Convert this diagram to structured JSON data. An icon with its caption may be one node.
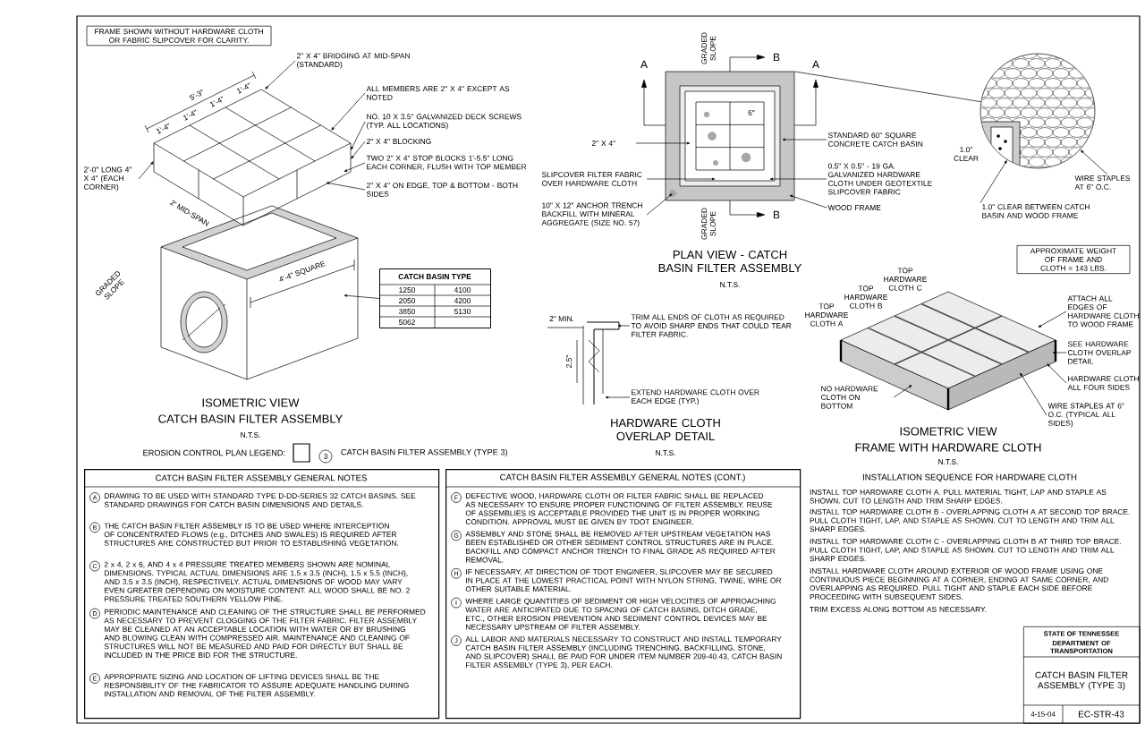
{
  "diagram": {
    "nodes": [
      {
        "text": [
          "FRAME SHOWN WITHOUT HARDWARE CLOTH OR FABRIC SLIPCOVER FOR CLARITY."
        ]
      },
      {
        "text": [
          "2\" X 4\" BRIDGING AT MID-SPAN (STANDARD)"
        ]
      },
      {
        "text": [
          "ALL MEMBERS ARE 2\" X 4\" EXCEPT AS NOTED"
        ]
      },
      {
        "text": [
          "NO. 10 X 3.5\" GALVANIZED DECK SCREWS (TYP. ALL LOCATIONS)"
        ]
      },
      {
        "text": [
          "2\" X 4\" BLOCKING"
        ]
      },
      {
        "text": [
          "TWO 2\" X 4\" STOP BLOCKS 1'-5.5\" LONG EACH CORNER, FLUSH WITH TOP MEMBER"
        ]
      },
      {
        "text": [
          "2\" X 4\" ON EDGE, TOP & BOTTOM - BOTH SIDES"
        ]
      },
      {
        "text": [
          "2'-0\" LONG 4\" X 4\" (EACH CORNER)"
        ]
      },
      {
        "text": [
          "CATCH BASIN TYPE",
          "1250",
          "4100",
          "2050",
          "4200",
          "3850",
          "5130",
          "5062"
        ]
      },
      {
        "text": [
          "3"
        ]
      },
      {
        "text": [
          "2\" X 4\""
        ]
      },
      {
        "text": [
          "STANDARD 60\" SQUARE CONCRETE CATCH BASIN"
        ]
      },
      {
        "text": [
          "SLIPCOVER FILTER FABRIC OVER HARDWARE CLOTH"
        ]
      },
      {
        "text": [
          "0.5\" X 0.5\" - 19 GA. GALVANIZED HARDWARE CLOTH UNDER GEOTEXTILE SLIPCOVER FABRIC"
        ]
      },
      {
        "text": [
          "10\" X 12\" ANCHOR TRENCH BACKFILL WITH MINERAL AGGREGATE (SIZE NO. 57)"
        ]
      },
      {
        "text": [
          "WOOD FRAME"
        ]
      },
      {
        "text": [
          "WIRE STAPLES AT 6\" O.C."
        ]
      },
      {
        "text": [
          "1.0\" CLEAR BETWEEN CATCH BASIN AND WOOD FRAME"
        ]
      },
      {
        "text": [
          "TRIM ALL ENDS OF CLOTH AS REQUIRED TO AVOID SHARP ENDS THAT COULD TEAR FILTER FABRIC."
        ]
      },
      {
        "text": [
          "EXTEND HARDWARE CLOTH OVER EACH EDGE (TYP.)"
        ]
      },
      {
        "text": [
          "APPROXIMATE WEIGHT OF FRAME AND CLOTH = 143 LBS."
        ]
      },
      {
        "text": [
          "ATTACH ALL EDGES OF HARDWARE CLOTH TO WOOD FRAME"
        ]
      },
      {
        "text": [
          "SEE HARDWARE CLOTH OVERLAP DETAIL"
        ]
      },
      {
        "text": [
          "HARDWARE CLOTH ALL FOUR SIDES"
        ]
      },
      {
        "text": [
          "WIRE STAPLES AT 6\" O.C. (TYPICAL ALL SIDES)"
        ]
      },
      {
        "text": [
          "NO HARDWARE CLOTH ON BOTTOM"
        ]
      },
      {
        "text": [
          "CATCH BASIN FILTER ASSEMBLY GENERAL NOTES"
        ]
      },
      {
        "text": [
          "A"
        ],
        "in": 26,
        "beside": [
          "DRAWING TO BE USED WITH STANDARD TYPE D-DD-SERIES 32 CATCH BASINS. SEE STANDARD DRAWINGS FOR CATCH BASIN DIMENSIONS AND DETAILS."
        ]
      },
      {
        "text": [
          "B"
        ],
        "in": 26,
        "beside": [
          "THE CATCH BASIN FILTER ASSEMBLY IS TO BE USED WHERE INTERCEPTION OF CONCENTRATED FLOWS (e.g., DITCHES AND SWALES) IS REQUIRED AFTER STRUCTURES ARE CONSTRUCTED BUT PRIOR TO ESTABLISHING VEGETATION."
        ]
      },
      {
        "text": [
          "C"
        ],
        "in": 26,
        "beside": [
          "2 x 4, 2 x 6, AND 4 x 4 PRESSURE TREATED MEMBERS SHOWN ARE NOMINAL DIMENSIONS. TYPICAL ACTUAL DIMENSIONS ARE 1.5 x 3.5 (INCH), 1.5 x 5.5 (INCH), AND 3.5 x 3.5 (INCH), RESPECTIVELY. ACTUAL DIMENSIONS OF WOOD MAY VARY EVEN GREATER DEPENDING ON MOISTURE CONTENT. ALL WOOD SHALL BE NO. 2 PRESSURE TREATED SOUTHERN YELLOW PINE."
        ]
      },
      {
        "text": [
          "D"
        ],
        "in": 26,
        "beside": [
          "PERIODIC MAINTENANCE AND CLEANING OF THE STRUCTURE SHALL BE PERFORMED AS NECESSARY TO PREVENT CLOGGING OF THE FILTER FABRIC. FILTER ASSEMBLY MAY BE CLEANED AT AN ACCEPTABLE LOCATION WITH WATER OR BY BRUSHING AND BLOWING CLEAN WITH COMPRESSED AIR. MAINTENANCE AND CLEANING OF STRUCTURES WILL NOT BE MEASURED AND PAID FOR DIRECTLY BUT SHALL BE INCLUDED IN THE PRICE BID FOR THE STRUCTURE."
        ]
      },
      {
        "text": [
          "E"
        ],
        "in": 26,
        "beside": [
          "APPROPRIATE SIZING AND LOCATION OF LIFTING DEVICES SHALL BE THE RESPONSIBILITY OF THE FABRICATOR TO ASSURE ADEQUATE HANDLING DURING INSTALLATION AND REMOVAL OF THE FILTER ASSEMBLY."
        ]
      },
      {
        "text": [
          "CATCH BASIN FILTER ASSEMBLY GENERAL NOTES (CONT.)"
        ]
      },
      {
        "text": [
          "F"
        ],
        "in": 32,
        "beside": [
          "DEFECTIVE WOOD, HARDWARE CLOTH OR FILTER FABRIC SHALL BE REPLACED AS NECESSARY TO ENSURE PROPER FUNCTIONING OF FILTER ASSEMBLY. REUSE OF ASSEMBLIES IS ACCEPTABLE PROVIDED THE UNIT IS IN PROPER WORKING CONDITION. APPROVAL MUST BE GIVEN BY TDOT ENGINEER."
        ]
      },
      {
        "text": [
          "G"
        ],
        "in": 32,
        "beside": [
          "ASSEMBLY AND STONE SHALL BE REMOVED AFTER UPSTREAM VEGETATION HAS BEEN ESTABLISHED OR OTHER SEDIMENT CONTROL STRUCTURES ARE IN PLACE. BACKFILL AND COMPACT ANCHOR TRENCH TO FINAL GRADE AS REQUIRED AFTER REMOVAL."
        ]
      },
      {
        "text": [
          "H"
        ],
        "in": 32,
        "beside": [
          "IF NECESSARY, AT DIRECTION OF TDOT ENGINEER, SLIPCOVER MAY BE SECURED IN PLACE AT THE LOWEST PRACTICAL POINT WITH NYLON STRING, TWINE, WIRE OR OTHER SUITABLE MATERIAL."
        ]
      },
      {
        "text": [
          "I"
        ],
        "in": 32,
        "beside": [
          "WHERE LARGE QUANTITIES OF SEDIMENT OR HIGH VELOCITIES OF APPROACHING WATER ARE ANTICIPATED DUE TO SPACING OF CATCH BASINS, DITCH GRADE, ETC., OTHER EROSION PREVENTION AND SEDIMENT CONTROL DEVICES MAY BE NECESSARY UPSTREAM OF FILTER ASSEMBLY."
        ]
      },
      {
        "text": [
          "J"
        ],
        "in": 32,
        "beside": [
          "ALL LABOR AND MATERIALS NECESSARY TO CONSTRUCT AND INSTALL TEMPORARY CATCH BASIN FILTER ASSEMBLY (INCLUDING TRENCHING, BACKFILLING, STONE, AND SLIPCOVER) SHALL BE PAID FOR UNDER ITEM NUMBER 209-40.43, CATCH BASIN FILTER ASSEMBLY (TYPE 3), PER EACH."
        ]
      },
      {
        "text": [
          "STATE OF TENNESSEE",
          "DEPARTMENT OF TRANSPORTATION",
          "CATCH BASIN FILTER ASSEMBLY (TYPE 3)",
          "4-15-04",
          "EC-STR-43"
        ]
      },
      {
        "text": [],
        "shape": "circle"
      },
      {
        "text": [],
        "shape": "picture"
      },
      {
        "text": [],
        "shape": "picture"
      },
      {
        "text": [],
        "shape": "picture"
      },
      {
        "text": [],
        "shape": "picture"
      }
    ],
    "edges": [
      {
        "from": 1,
        "to": 40,
        "arrow": "to"
      },
      {
        "from": 2,
        "to": 40,
        "arrow": "to"
      },
      {
        "from": 3,
        "to": 40,
        "arrow": "to"
      },
      {
        "from": 4,
        "to": 40,
        "arrow": "to"
      },
      {
        "from": 5,
        "to": 40,
        "arrow": "to"
      },
      {
        "from": 6,
        "to": 40,
        "arrow": "to"
      },
      {
        "from": 7,
        "to": 40,
        "arrow": "to"
      },
      {
        "from": 8,
        "to": 40,
        "arrow": "to"
      },
      {
        "from": 10,
        "to": 41,
        "arrow": "to"
      },
      {
        "from": 11,
        "to": 41,
        "arrow": "to"
      },
      {
        "from": 12,
        "to": 41,
        "arrow": "to"
      },
      {
        "from": 13,
        "to": 41,
        "arrow": "to"
      },
      {
        "from": 14,
        "to": 41,
        "arrow": "to"
      },
      {
        "from": 15,
        "to": 41,
        "arrow": "to"
      },
      {
        "from": 16,
        "to": 39,
        "arrow": "to"
      },
      {
        "from": 17,
        "to": 39,
        "arrow": "to"
      },
      {
        "from": 18,
        "to": 42,
        "arrow": "to"
      },
      {
        "from": 19,
        "to": 42,
        "arrow": "to"
      },
      {
        "from": 21,
        "to": 43,
        "arrow": "to"
      },
      {
        "from": 22,
        "to": 43,
        "arrow": "to"
      },
      {
        "from": 23,
        "to": 43,
        "arrow": "to"
      },
      {
        "from": 24,
        "to": 43,
        "arrow": "to"
      },
      {
        "from": 25,
        "to": 43,
        "arrow": "to"
      },
      {
        "from": 41,
        "to": 39,
        "arrow": "none"
      }
    ],
    "labels": [
      "5'-3\"",
      "1'-4\"",
      "1'-4\"",
      "1'-4\"",
      "1'-4\"",
      "2' MID-SPAN",
      "4'-4\" SQUARE",
      "GRADED SLOPE",
      "ISOMETRIC VIEW",
      "CATCH BASIN FILTER ASSEMBLY",
      "N.T.S.",
      "EROSION CONTROL PLAN LEGEND:",
      "CATCH BASIN FILTER ASSEMBLY (TYPE 3)",
      "A",
      "A",
      "B",
      "B",
      "GRADED SLOPE",
      "GRADED SLOPE",
      "6\"",
      "1.0\" CLEAR",
      "PLAN VIEW - CATCH BASIN FILTER ASSEMBLY",
      "N.T.S.",
      "2\" MIN.",
      "2.5\"",
      "HARDWARE CLOTH OVERLAP DETAIL",
      "N.T.S.",
      "TOP HARDWARE CLOTH A",
      "TOP HARDWARE CLOTH B",
      "TOP HARDWARE CLOTH C",
      "ISOMETRIC VIEW",
      "FRAME WITH HARDWARE CLOTH",
      "N.T.S.",
      "INSTALLATION SEQUENCE FOR HARDWARE CLOTH",
      "INSTALL TOP HARDWARE CLOTH A. PULL MATERIAL TIGHT, LAP AND STAPLE AS SHOWN. CUT TO LENGTH AND TRIM SHARP EDGES.",
      "INSTALL TOP HARDWARE CLOTH B - OVERLAPPING CLOTH A AT SECOND TOP BRACE. PULL CLOTH TIGHT, LAP, AND STAPLE AS SHOWN. CUT TO LENGTH AND TRIM ALL SHARP EDGES.",
      "INSTALL TOP HARDWARE CLOTH C - OVERLAPPING CLOTH B AT THIRD TOP BRACE. PULL CLOTH TIGHT, LAP, AND STAPLE AS SHOWN. CUT TO LENGTH AND TRIM ALL SHARP EDGES.",
      "INSTALL HARDWARE CLOTH AROUND EXTERIOR OF WOOD FRAME USING ONE CONTINUOUS PIECE BEGINNING AT A CORNER, ENDING AT SAME CORNER, AND OVERLAPPING AS REQUIRED. PULL TIGHT AND STAPLE EACH SIDE BEFORE PROCEEDING WITH SUBSEQUENT SIDES.",
      "TRIM EXCESS ALONG BOTTOM AS NECESSARY."
    ]
  }
}
